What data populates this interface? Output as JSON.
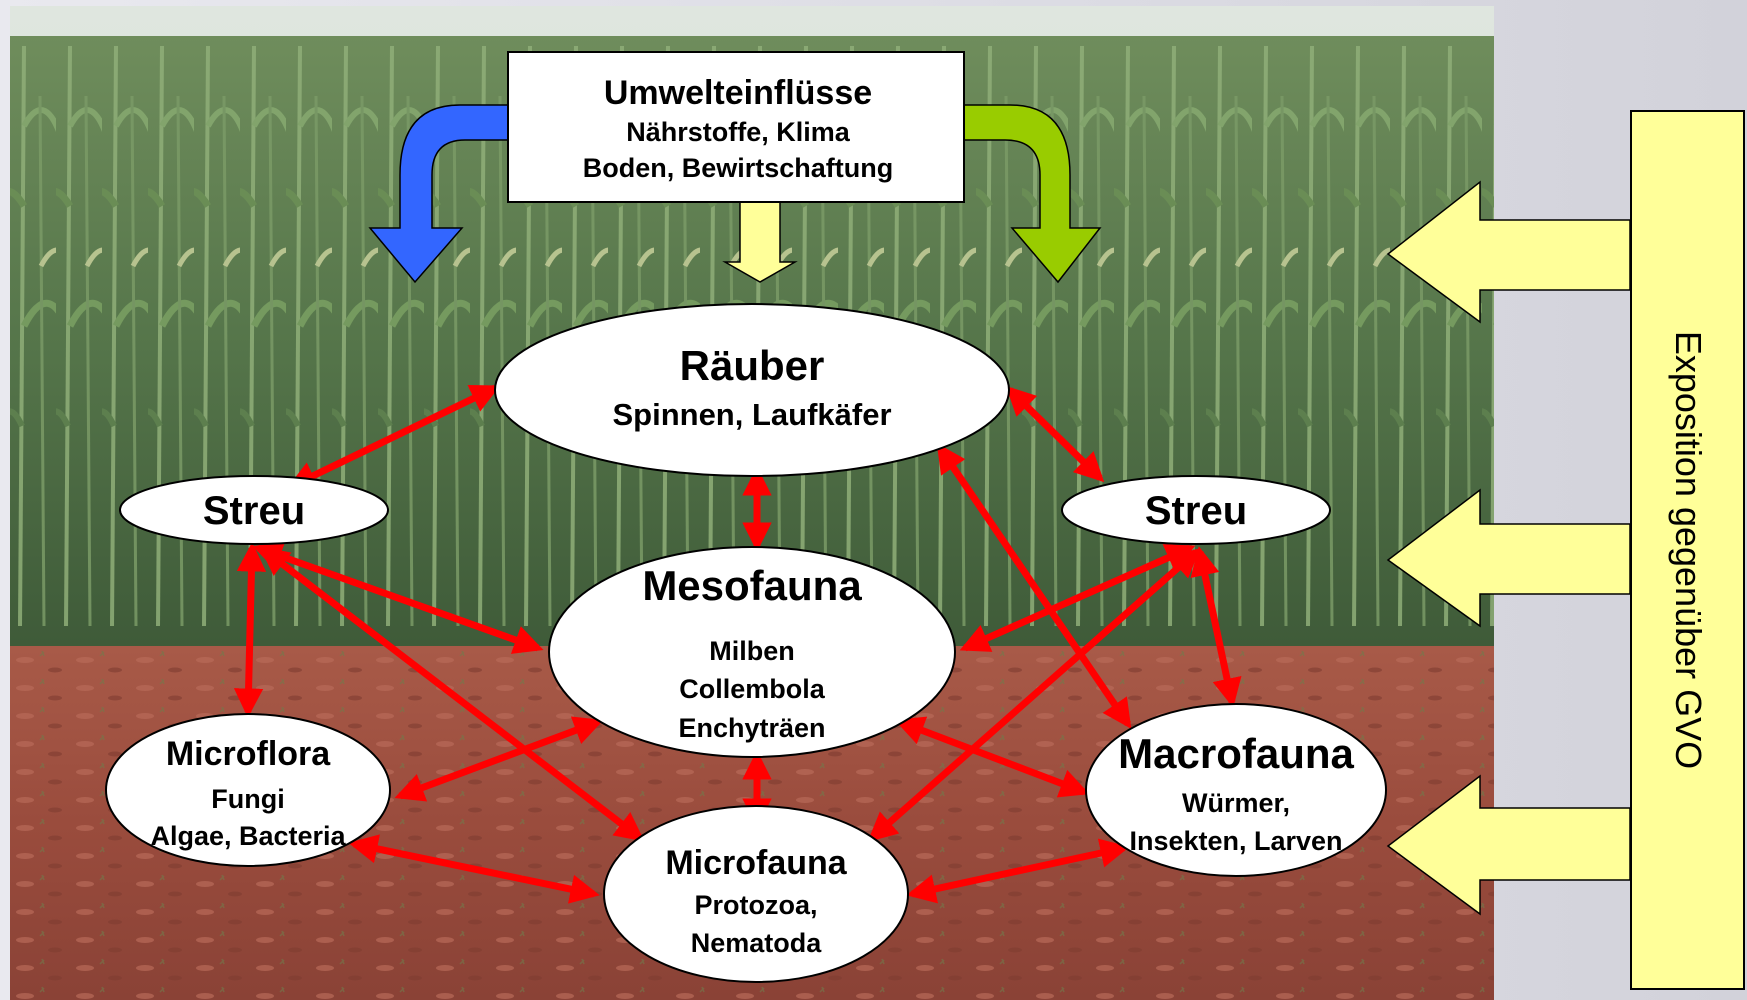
{
  "top_box": {
    "title": "Umwelteinflüsse",
    "line1": "Nährstoffe, Klima",
    "line2": "Boden, Bewirtschaftung"
  },
  "nodes": {
    "raeuber": {
      "title": "Räuber",
      "sub1": "Spinnen, Laufkäfer"
    },
    "streu_left": {
      "title": "Streu"
    },
    "streu_right": {
      "title": "Streu"
    },
    "mesofauna": {
      "title": "Mesofauna",
      "sub1": "Milben",
      "sub2": "Collembola",
      "sub3": "Enchyträen"
    },
    "microflora": {
      "title": "Microflora",
      "sub1": "Fungi",
      "sub2": "Algae, Bacteria"
    },
    "macrofauna": {
      "title": "Macrofauna",
      "sub1": "Würmer,",
      "sub2": "Insekten, Larven"
    },
    "microfauna": {
      "title": "Microfauna",
      "sub1": "Protozoa,",
      "sub2": "Nematoda"
    }
  },
  "side_label": "Exposition gegenüber GVO",
  "colors": {
    "interaction_arrow": "#ff0000",
    "left_arrow": "#3366ff",
    "right_arrow": "#99cc00",
    "center_arrow": "#ffff99",
    "side_box": "#ffff99",
    "soil": "#9a4a3c",
    "foliage": "#5c7a4a"
  }
}
